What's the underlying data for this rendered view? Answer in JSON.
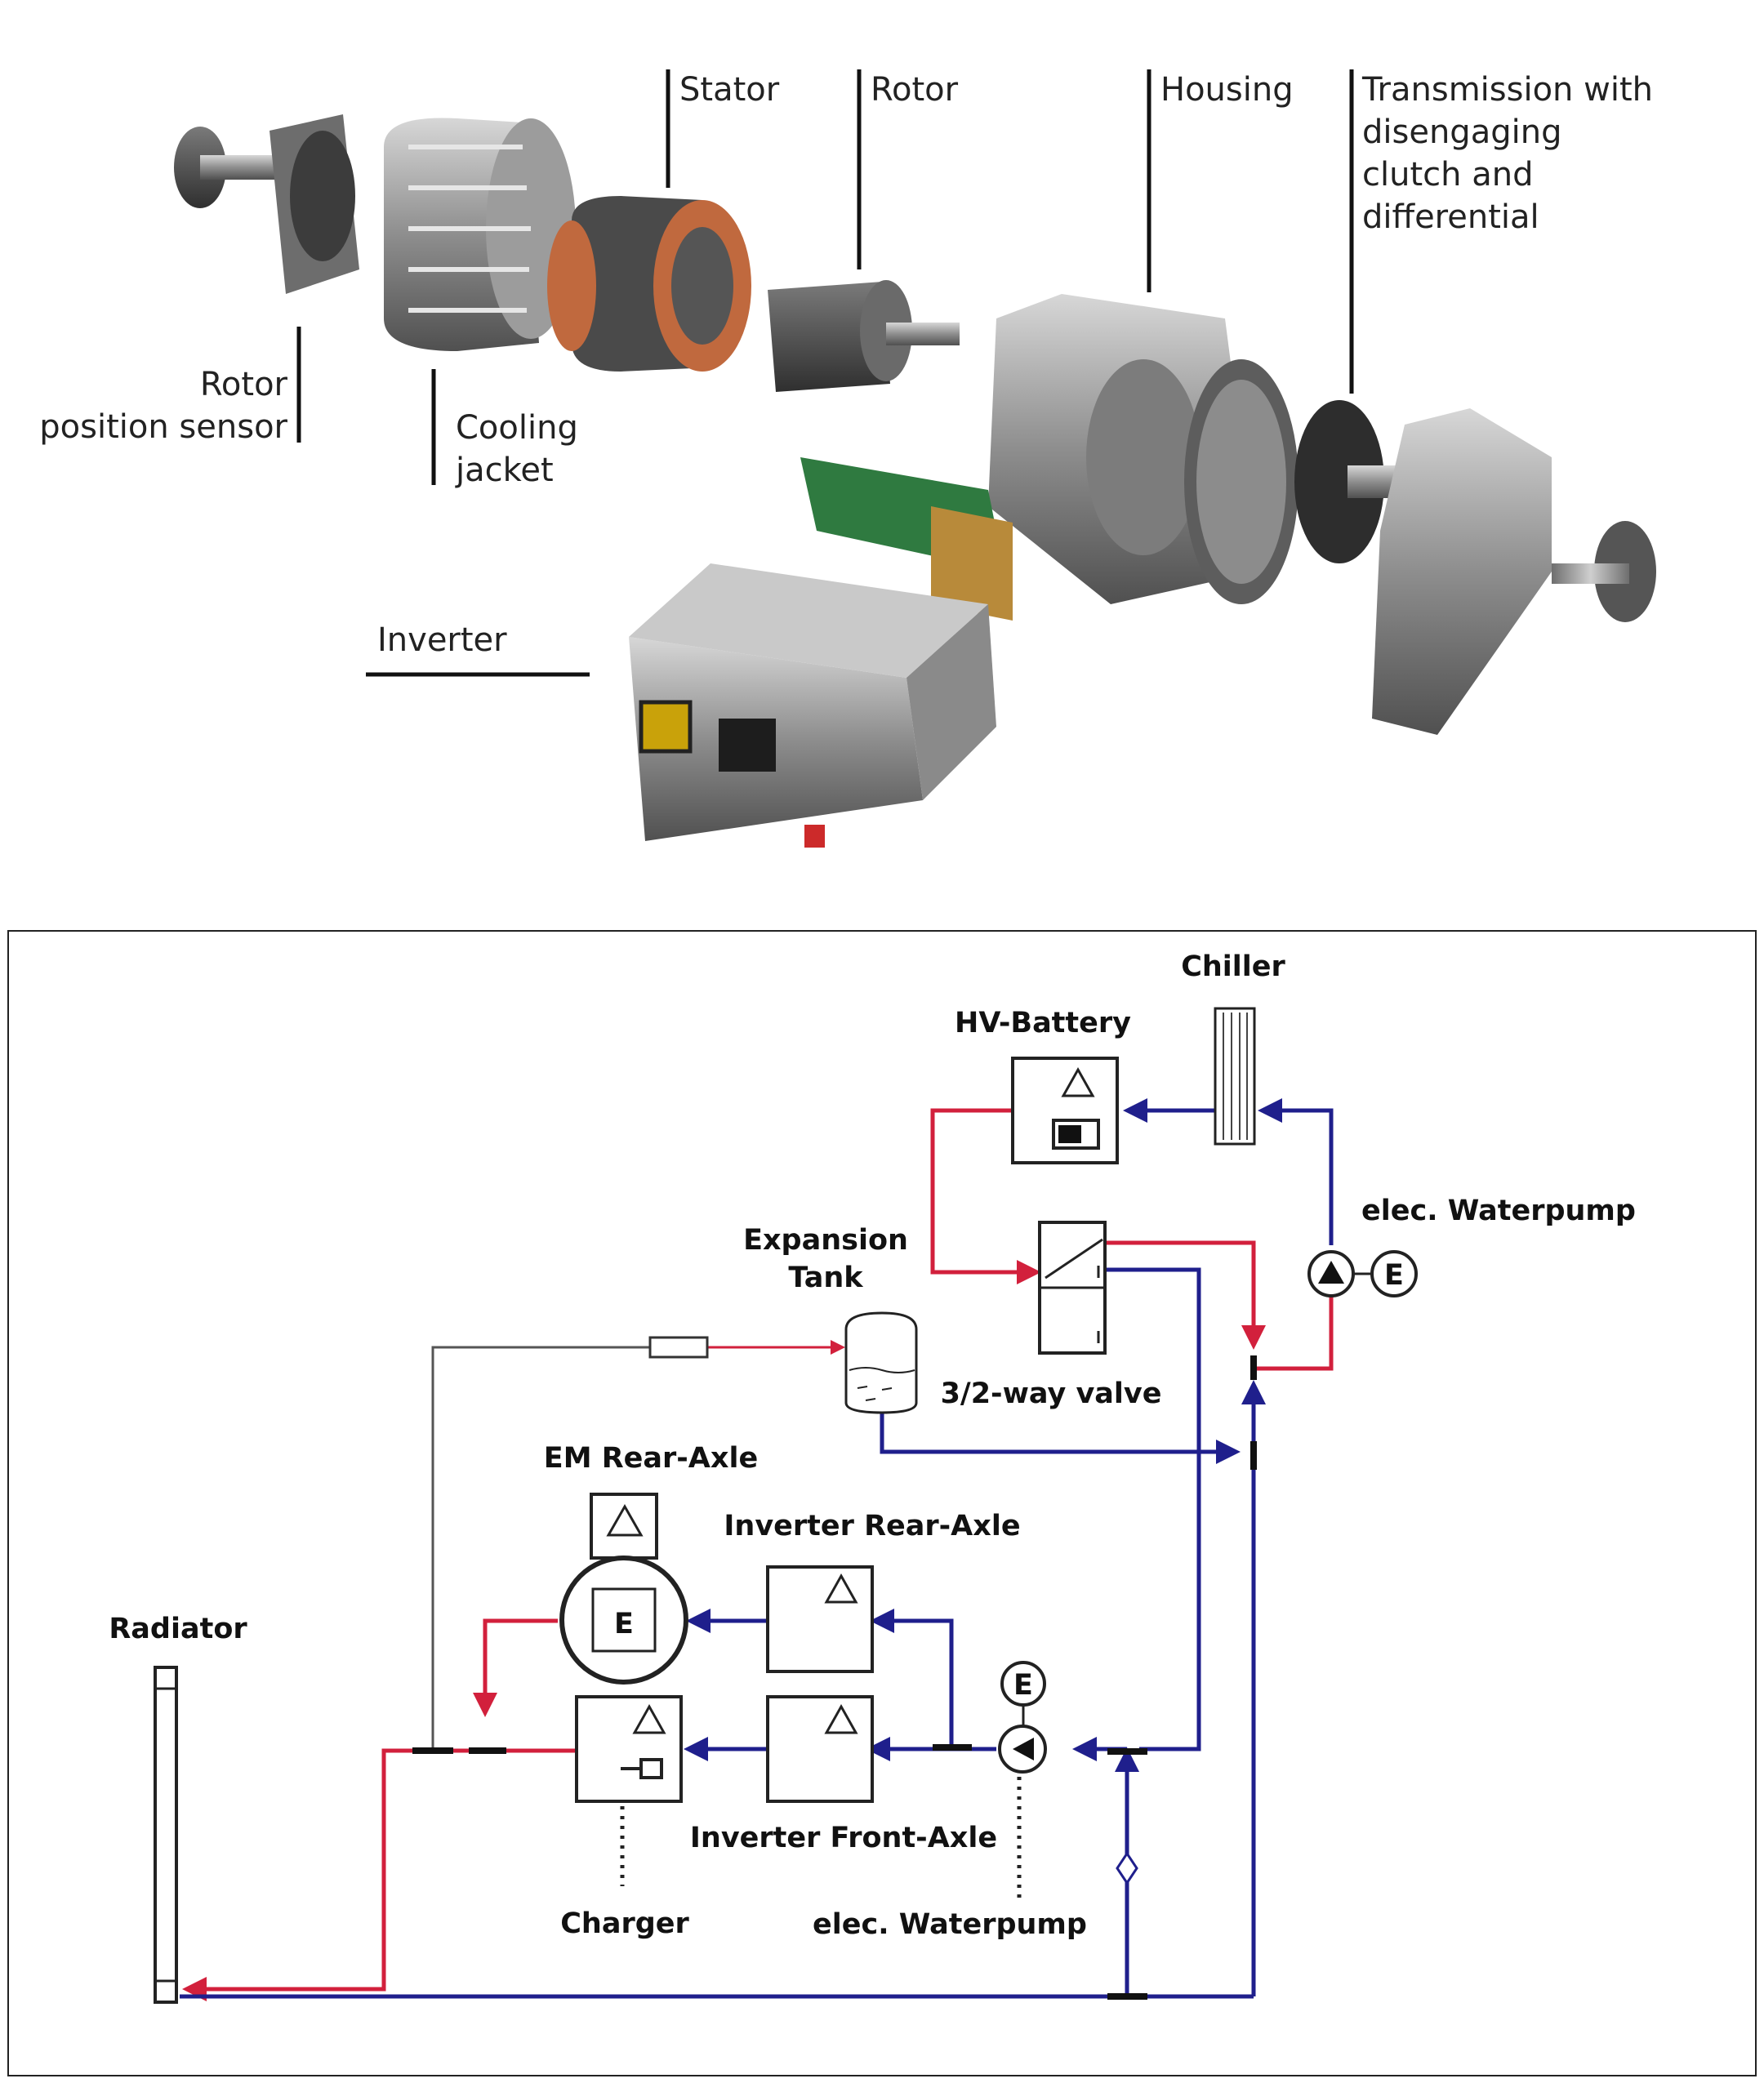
{
  "figure": {
    "top": {
      "labels": {
        "stator": "Stator",
        "rotor": "Rotor",
        "housing": "Housing",
        "transmission": [
          "Transmission with",
          "disengaging",
          "clutch and",
          "differential"
        ],
        "rotor_position_sensor": [
          "Rotor",
          "position sensor"
        ],
        "cooling_jacket": [
          "Cooling",
          "jacket"
        ],
        "inverter": "Inverter"
      }
    },
    "diagram": {
      "labels": {
        "chiller": "Chiller",
        "hv_battery": "HV-Battery",
        "elec_waterpump_top": "elec. Waterpump",
        "expansion_tank": [
          "Expansion",
          "Tank"
        ],
        "valve": "3/2-way valve",
        "em_rear_axle": "EM Rear-Axle",
        "inverter_rear_axle": "Inverter Rear-Axle",
        "radiator": "Radiator",
        "inverter_front_axle": "Inverter Front-Axle",
        "charger": "Charger",
        "elec_waterpump_bottom": "elec. Waterpump",
        "motor_letter": "E",
        "pump_letter_top": "E",
        "pump_letter_bottom": "E"
      },
      "colors": {
        "hot": "#d2203c",
        "cold": "#1f1f8c",
        "neutral": "#444444"
      }
    }
  }
}
